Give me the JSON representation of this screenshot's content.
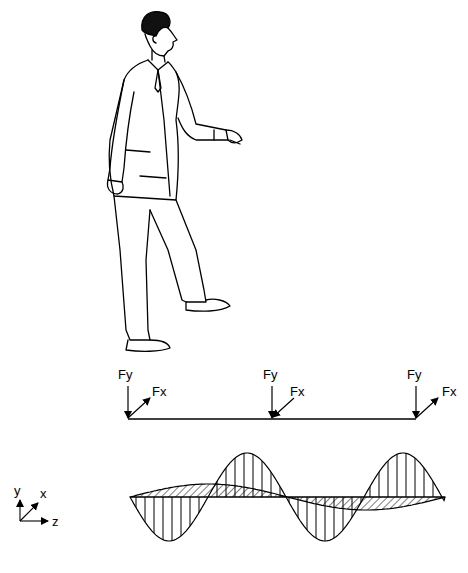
{
  "diagram": {
    "labels": [
      "Fy",
      "Fx",
      "Fy",
      "Fx",
      "Fy",
      "Fx",
      "y",
      "x",
      "z"
    ]
  }
}
